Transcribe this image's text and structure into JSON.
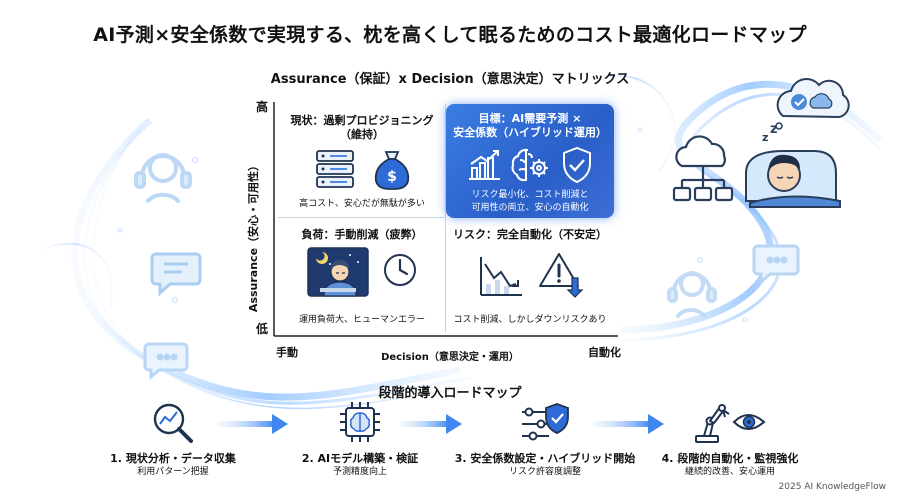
{
  "title": "AI予測×安全係数で実現する、枕を高くして眠るためのコスト最適化ロードマップ",
  "matrix": {
    "title": "Assurance（保証）x Decision（意思決定）マトリックス",
    "y_axis": {
      "label": "Assurance（安心・可用性）",
      "high": "高",
      "low": "低"
    },
    "x_axis": {
      "label": "Decision（意思決定・運用）",
      "left": "手動",
      "right": "自動化"
    },
    "quadrants": {
      "top_left": {
        "title": "現状：過剰プロビジョニング",
        "title2": "（維持）",
        "desc": "高コスト、安心だが無駄が多い",
        "icons": [
          "server-rack-icon",
          "money-bag-icon"
        ]
      },
      "top_right": {
        "title": "目標：AI需要予測 ×",
        "title2": "安全係数（ハイブリッド運用）",
        "desc": "リスク最小化、コスト削減と",
        "desc2": "可用性の両立、安心の自動化",
        "icons": [
          "growth-chart-icon",
          "brain-gear-icon",
          "shield-check-icon"
        ],
        "accent": "#2f6bd6"
      },
      "bottom_left": {
        "title": "負荷：手動削減（疲弊）",
        "desc": "運用負荷大、ヒューマンエラー",
        "icons": [
          "tired-worker-icon",
          "clock-icon"
        ]
      },
      "bottom_right": {
        "title": "リスク：完全自動化（不安定）",
        "desc": "コスト削減、しかしダウンリスクあり",
        "icons": [
          "declining-chart-icon",
          "warning-icon"
        ]
      }
    }
  },
  "roadmap": {
    "title": "段階的導入ロードマップ",
    "steps": [
      {
        "label": "1. 現状分析・データ収集",
        "sub": "利用パターン把握",
        "icon": "magnifier-chart-icon"
      },
      {
        "label": "2. AIモデル構築・検証",
        "sub": "予測精度向上",
        "icon": "ai-chip-icon"
      },
      {
        "label": "3. 安全係数設定・ハイブリッド開始",
        "sub": "リスク許容度調整",
        "icon": "sliders-shield-icon"
      },
      {
        "label": "4. 段階的自動化・監視強化",
        "sub": "継続的改善、安心運用",
        "icon": "robot-arm-eye-icon"
      }
    ]
  },
  "decorations": [
    "headset-icon",
    "chat-bubble-icon",
    "typing-bubble-icon",
    "cloud-network-icon",
    "sleeping-person-icon",
    "dream-bubble-icon",
    "sparkle-icon"
  ],
  "credit": "2025 AI KnowledgeFlow",
  "colors": {
    "accent": "#2f6bd6",
    "wave": "#8fc4ff",
    "icon": "#1f3350"
  }
}
